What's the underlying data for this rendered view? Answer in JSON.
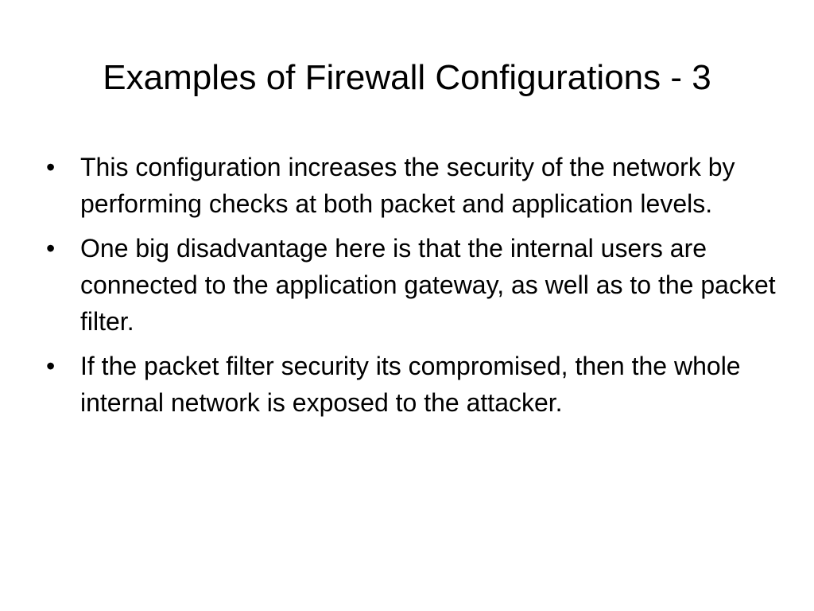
{
  "slide": {
    "title": "Examples of Firewall Configurations - 3",
    "bullet_marker": "•",
    "bullets": [
      {
        "text": "This configuration increases the security of the network by performing checks at both packet and application levels."
      },
      {
        "text": "One big disadvantage here is that the internal users are connected to the application gateway, as well as to the packet filter."
      },
      {
        "text": "If the packet filter security its compromised, then the whole internal network is exposed to the attacker."
      }
    ]
  }
}
